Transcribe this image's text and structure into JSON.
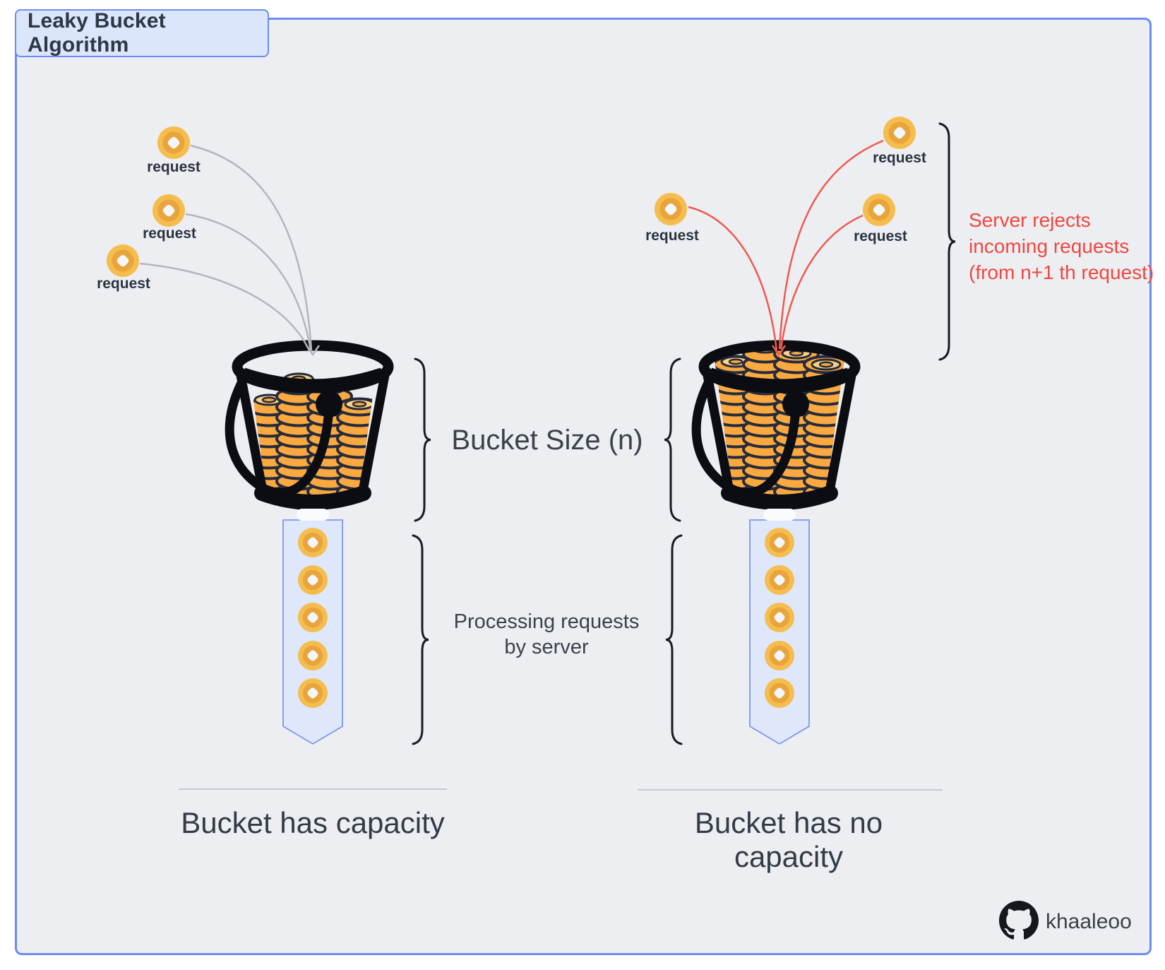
{
  "title": "Leaky Bucket Algorithm",
  "left": {
    "request_labels": [
      "request",
      "request",
      "request"
    ],
    "caption": "Bucket has capacity"
  },
  "right": {
    "request_labels": [
      "request",
      "request",
      "request"
    ],
    "caption": "Bucket has no capacity",
    "reject_note_lines": [
      "Server rejects",
      "incoming requests",
      "(from n+1 th request)"
    ]
  },
  "center_labels": {
    "bucket_size": "Bucket Size (n)",
    "processing_line1": "Processing requests",
    "processing_line2": "by server"
  },
  "footer": {
    "author": "khaaleoo"
  },
  "icons": [
    "request-coin-icon",
    "bucket-illustration",
    "drip-coin-icon",
    "github-logo"
  ],
  "colors": {
    "border_blue": "#6C8CF5",
    "panel_background": "#EDEEF2",
    "title_fill": "#DBE5FC",
    "channel_fill": "#DFE7FB",
    "arrow_gray": "#B4B6BE",
    "arrow_red": "#EE5A50",
    "reject_text_red": "#F04740",
    "coin_gold": "#F5BD4E",
    "coin_gold_dark": "#E9A53C",
    "bucket_ink": "#0B0D13",
    "text_dark": "#333B46"
  }
}
